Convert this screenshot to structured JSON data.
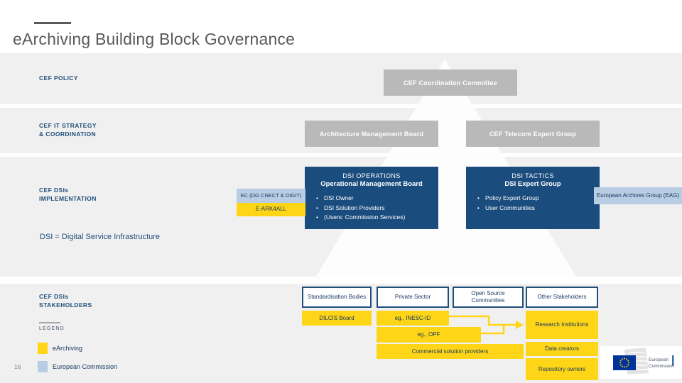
{
  "slide": {
    "title": "eArchiving Building Block Governance",
    "page_number": "16",
    "note": "DSI = Digital Service Infrastructure"
  },
  "row_labels": {
    "policy": "CEF POLICY",
    "strategy": [
      "CEF IT STRATEGY",
      "& COORDINATION"
    ],
    "implementation": [
      "CEF DSIs",
      "IMPLEMENTATION"
    ],
    "stakeholders": [
      "CEF DSIs",
      "STAKEHOLDERS"
    ]
  },
  "governance": {
    "coordination_committee": "CEF Coordination Committee",
    "architecture_board": "Architecture Management Board",
    "telecom_expert_group": "CEF Telecom Expert Group",
    "operations": {
      "kicker": "DSI OPERATIONS",
      "name": "Operational Management Board",
      "members": [
        "DSI Owner",
        "DSI Solution Providers",
        "(Users: Commission Services)"
      ]
    },
    "tactics": {
      "kicker": "DSI TACTICS",
      "name": "DSI Expert Group",
      "members": [
        "Policy Expert Group",
        "User Communities"
      ]
    },
    "ec_unit": "EC (DG CNECT & DIGIT)",
    "eark_project": "E-ARK4ALL",
    "archives_group": "European Archives Group (EAG)"
  },
  "stakeholders": {
    "categories": [
      "Standardisation Bodies",
      "Private Sector",
      "Open Source Communities",
      "Other Stakeholders"
    ],
    "dilcis_board": "DILCIS Board",
    "inesc_id": "eg., INESC-ID",
    "opf": "eg., OPF",
    "commercial": "Commercial solution providers",
    "research_institutions": "Research Institutions",
    "data_creators": "Data creators",
    "repository_owners": "Repository owners"
  },
  "legend": {
    "heading": "LEGEND",
    "items": [
      {
        "label": "eArchiving",
        "color": "#ffd617"
      },
      {
        "label": "European Commission",
        "color": "#b8cce4"
      }
    ]
  },
  "logo": {
    "line1": "European",
    "line2": "Commission"
  },
  "colors": {
    "accent_yellow": "#ffd617",
    "accent_light_blue": "#b8cce4",
    "dark_blue_box": "#1a4c7e",
    "gray_box": "#b9b9b9",
    "navy_text": "#17375e",
    "band_gray": "#f0f0f1",
    "eu_blue": "#003399"
  }
}
